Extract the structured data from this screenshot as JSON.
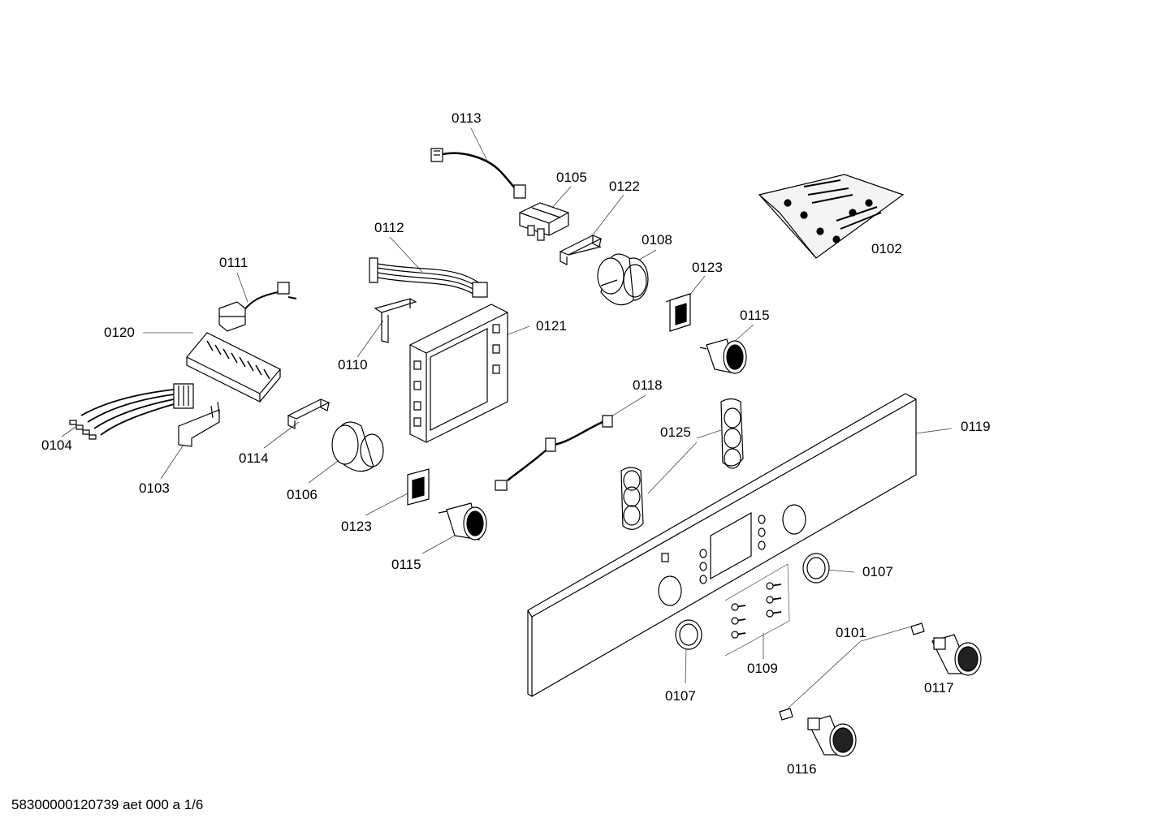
{
  "footer_text": "58300000120739 aet 000 a 1/6",
  "part_labels": {
    "p0113": "0113",
    "p0105": "0105",
    "p0122": "0122",
    "p0108": "0108",
    "p0102": "0102",
    "p0112": "0112",
    "p0111": "0111",
    "p0123a": "0123",
    "p0115a": "0115",
    "p0120": "0120",
    "p0121": "0121",
    "p0110": "0110",
    "p0118": "0118",
    "p0119": "0119",
    "p0125": "0125",
    "p0104": "0104",
    "p0114": "0114",
    "p0103": "0103",
    "p0106": "0106",
    "p0123b": "0123",
    "p0115b": "0115",
    "p0107a": "0107",
    "p0101": "0101",
    "p0109": "0109",
    "p0107b": "0107",
    "p0117": "0117",
    "p0116": "0116"
  }
}
